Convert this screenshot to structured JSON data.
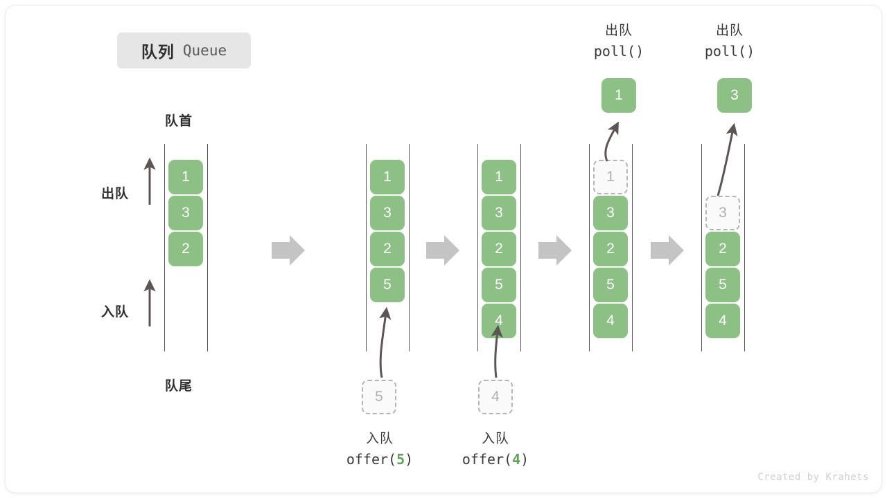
{
  "title": {
    "cn": "队列",
    "en": "Queue"
  },
  "labels": {
    "head": "队首",
    "tail": "队尾",
    "dequeue_arrow": "出队",
    "enqueue_arrow": "入队"
  },
  "colors": {
    "element": "#8cc084",
    "ghost_border": "#b5b5b5",
    "ghost_text": "#b0b0b0",
    "rail": "#555555",
    "flow_arrow": "#c4c4c4",
    "badge_bg": "#e6e6e6",
    "text": "#2f2f2f",
    "arg_green": "#5fa25a"
  },
  "steps": [
    {
      "name": "initial",
      "cells": [
        "1",
        "3",
        "2"
      ],
      "ghost_index": null,
      "pending": null,
      "popped": null,
      "caption": null
    },
    {
      "name": "after-offer-5",
      "cells": [
        "1",
        "3",
        "2",
        "5"
      ],
      "ghost_index": null,
      "pending": "5",
      "popped": null,
      "caption": {
        "cn": "入队",
        "fn": "offer(",
        "arg": "5",
        "fn_end": ")"
      }
    },
    {
      "name": "after-offer-4",
      "cells": [
        "1",
        "3",
        "2",
        "5",
        "4"
      ],
      "ghost_index": null,
      "pending": "4",
      "popped": null,
      "caption": {
        "cn": "入队",
        "fn": "offer(",
        "arg": "4",
        "fn_end": ")"
      }
    },
    {
      "name": "poll-first",
      "cells": [
        "1",
        "3",
        "2",
        "5",
        "4"
      ],
      "ghost_index": 0,
      "pending": null,
      "popped": "1",
      "caption": {
        "cn": "出队",
        "fn": "poll(",
        "arg": "",
        "fn_end": ")"
      }
    },
    {
      "name": "poll-second",
      "cells": [
        "",
        "3",
        "2",
        "5",
        "4"
      ],
      "ghost_index": 1,
      "pending": null,
      "popped": "3",
      "caption": {
        "cn": "出队",
        "fn": "poll(",
        "arg": "",
        "fn_end": ")"
      }
    }
  ],
  "watermark": "Created by Krahets"
}
